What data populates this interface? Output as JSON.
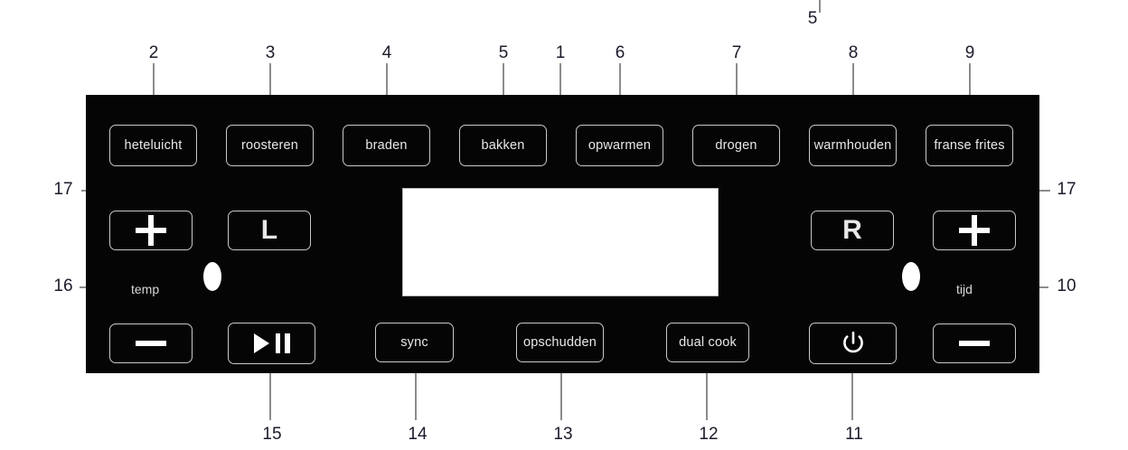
{
  "diagram": {
    "title": "Air fryer control panel callout diagram",
    "panel_color": "#050505",
    "outline_color": "#c8c8c8",
    "callout_color": "#1b1b2b",
    "leader_color": "#8c8c8c"
  },
  "top_buttons": [
    {
      "label": "heteluicht",
      "callout": "2"
    },
    {
      "label": "roosteren",
      "callout": "3"
    },
    {
      "label": "braden",
      "callout": "4"
    },
    {
      "label": "bakken",
      "callout": "5"
    },
    {
      "label": "opwarmen",
      "callout": "6"
    },
    {
      "label": "drogen",
      "callout": "7"
    },
    {
      "label": "warmhouden",
      "callout": "8"
    },
    {
      "label": "franse frites",
      "callout": "9"
    }
  ],
  "bottom_buttons": [
    {
      "label": "sync",
      "callout": "14"
    },
    {
      "label": "opschudden",
      "callout": "13"
    },
    {
      "label": "dual cook",
      "callout": "12"
    }
  ],
  "left_cluster": {
    "label": "temp",
    "bracket_callout": "16",
    "plus_label": "+",
    "minus_label": "—",
    "basket_button": "L",
    "basket_callout": "17",
    "playpause_callout": "15"
  },
  "right_cluster": {
    "label": "tijd",
    "bracket_callout": "10",
    "plus_label": "+",
    "minus_label": "—",
    "basket_button": "R",
    "basket_callout": "17",
    "power_callout": "11"
  },
  "display": {
    "callout": "1",
    "value": ""
  },
  "stray_callout": "5"
}
